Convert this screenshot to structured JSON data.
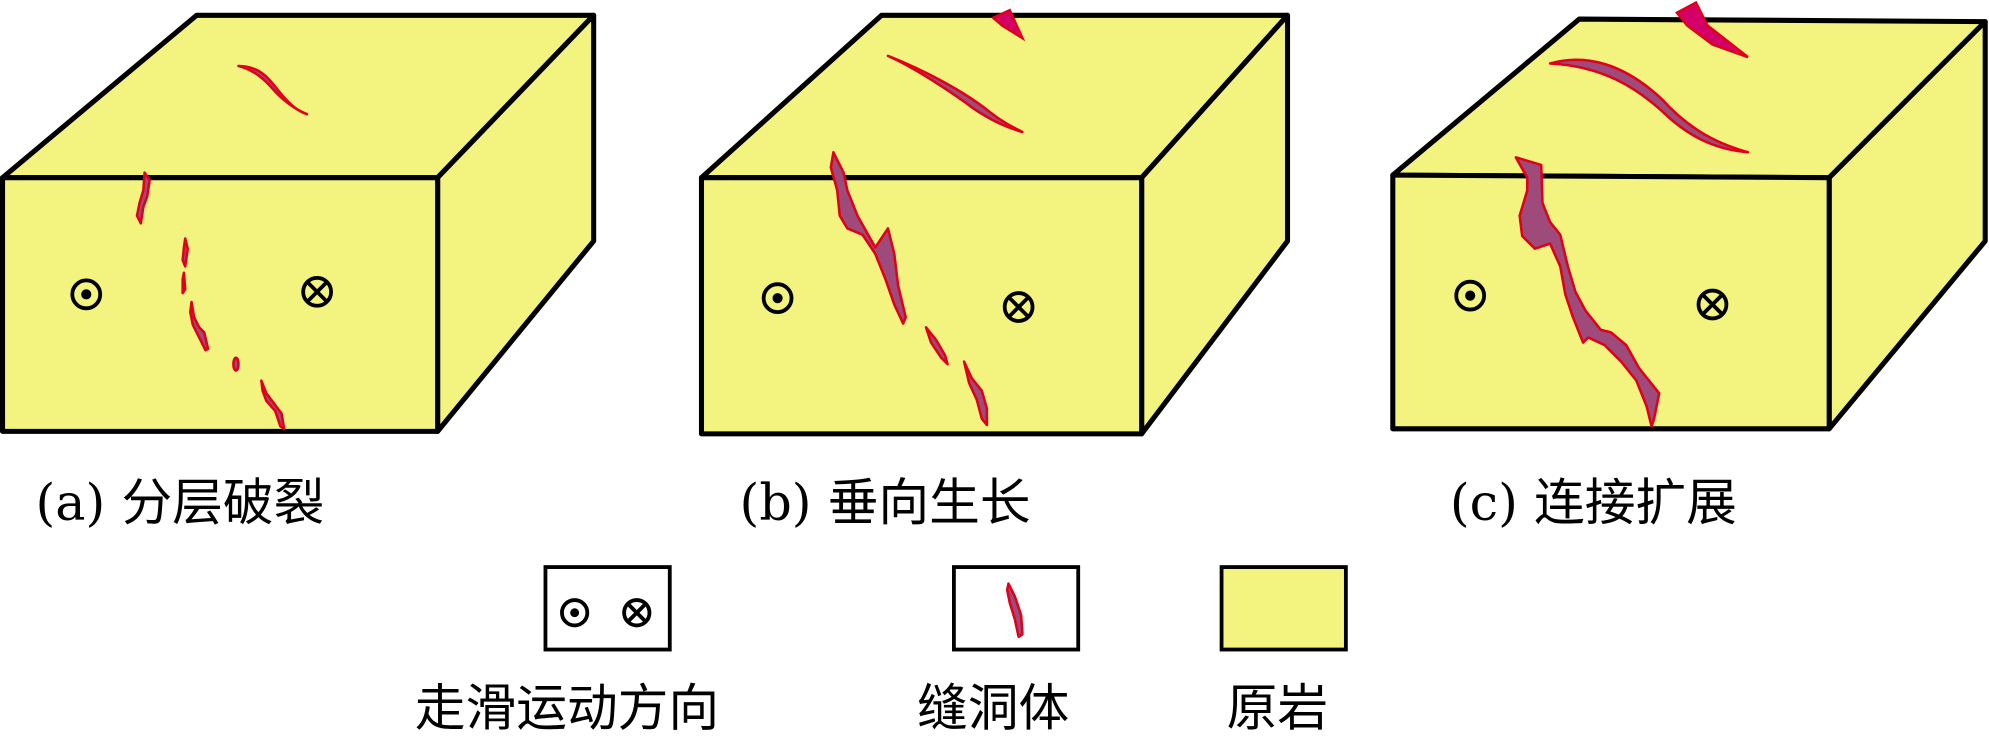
{
  "panels": [
    {
      "label": "(a) 分层破裂"
    },
    {
      "label": "(b) 垂向生长"
    },
    {
      "label": "(c) 连接扩展"
    }
  ],
  "legend": [
    {
      "label": "走滑运动方向",
      "icon": "strike-slip-direction-symbols"
    },
    {
      "label": "缝洞体",
      "icon": "fracture-cave-body"
    },
    {
      "label": "原岩",
      "icon": "host-rock-fill"
    }
  ],
  "colors": {
    "rock": "#f3f380",
    "cave_fill": "#9e4a7a",
    "cave_outline": "#e0001a",
    "tip": "#d4006a"
  }
}
